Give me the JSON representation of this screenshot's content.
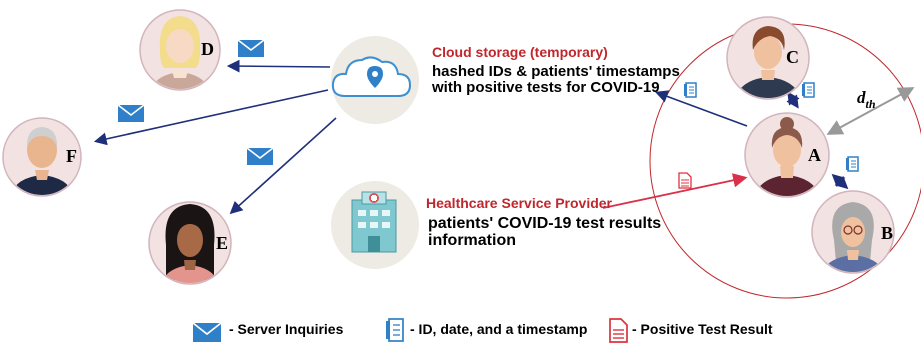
{
  "people": {
    "A": "A",
    "B": "B",
    "C": "C",
    "D": "D",
    "E": "E",
    "F": "F"
  },
  "cloud": {
    "title": "Cloud storage (temporary)",
    "line1": "hashed IDs & patients' timestamps",
    "line2": "with positive tests for COVID-19"
  },
  "provider": {
    "title": "Healthcare Service Provider",
    "line1": "patients' COVID-19 test results",
    "line2": "information"
  },
  "threshold": {
    "symbol": "d",
    "subscript": "th"
  },
  "legend": {
    "server_inquiries": "- Server Inquiries",
    "id_timestamp": "- ID, date, and a timestamp",
    "positive_result": "- Positive Test Result"
  },
  "colors": {
    "navy_arrow": "#1f2f7a",
    "red_arrow": "#d9314a",
    "envelope": "#2f80c9",
    "document_blue": "#2f80c9",
    "document_red": "#e0323c",
    "circle": "#d2b4bd",
    "range_circle": "#c0272d",
    "title_red": "#c0272d"
  },
  "icons": {
    "envelope": "envelope-icon",
    "id_doc": "id-document-icon",
    "positive_doc": "positive-result-icon",
    "cloud": "cloud-location-icon",
    "hospital": "hospital-icon"
  }
}
